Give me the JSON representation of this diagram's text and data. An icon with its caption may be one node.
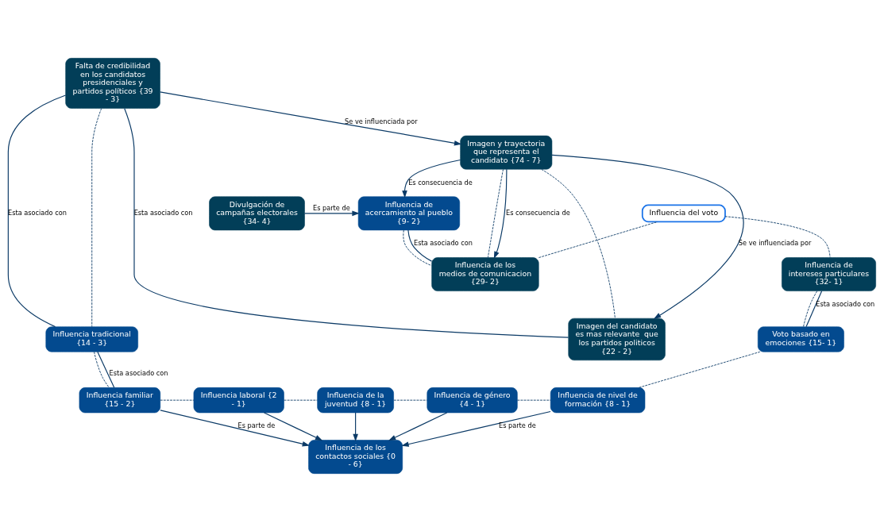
{
  "diagram": {
    "nodes": [
      {
        "text": [
          "Divulgación de campañas electorales {34- 4}"
        ]
      },
      {
        "text": [
          "Influencia de acercamiento al pueblo {9- 2}"
        ]
      },
      {
        "text": [
          "Influencia del voto"
        ]
      },
      {
        "text": [
          "Falta de credibilidad en los candidatos presidenciales y partidos políticos {39 - 3}"
        ]
      },
      {
        "text": [
          "Imagen y trayectoria que representa el candidato {74 - 7}"
        ]
      },
      {
        "text": [
          "Influencia de los medios de comunicacion {29- 2}"
        ]
      },
      {
        "text": [
          "Influencia de intereses particulares {32- 1}"
        ]
      },
      {
        "text": [
          "Influencia tradicional {14 - 3}"
        ]
      },
      {
        "text": [
          "Imagen del candidato es mas relevante  que los partidos politicos {22 - 2}"
        ]
      },
      {
        "text": [
          "Voto basado en emociones {15- 1}"
        ]
      },
      {
        "text": [
          "Influencia familiar {15 - 2}"
        ]
      },
      {
        "text": [
          "Influencia laboral {2 - 1}"
        ]
      },
      {
        "text": [
          "Influencia de la juventud {8 - 1}"
        ]
      },
      {
        "text": [
          "Influencia de género {4 - 1}"
        ]
      },
      {
        "text": [
          "Influencia de nivel de formación {8 - 1}"
        ]
      },
      {
        "text": [
          "Influencia de los contactos sociales {0 - 6}"
        ]
      }
    ],
    "edges": [
      {
        "from": 0,
        "to": 1,
        "arrow": "to",
        "label": "Es parte de"
      },
      {
        "from": 4,
        "to": 1,
        "arrow": "to",
        "label": "Es consecuencia de"
      },
      {
        "from": 1,
        "to": 5,
        "arrow": "none",
        "label": "Esta asociado con"
      },
      {
        "from": 1,
        "to": 5,
        "arrow": "none",
        "style": "dashed"
      },
      {
        "from": 5,
        "to": 2,
        "arrow": "none",
        "style": "dashed"
      },
      {
        "from": 2,
        "to": 6,
        "arrow": "none",
        "style": "dashed"
      },
      {
        "from": 3,
        "to": 4,
        "arrow": "to",
        "label": "Se ve influenciada por"
      },
      {
        "from": 4,
        "to": 5,
        "arrow": "to",
        "label": "Es consecuencia de"
      },
      {
        "from": 4,
        "to": 5,
        "arrow": "none",
        "style": "dashed"
      },
      {
        "from": 4,
        "to": 8,
        "arrow": "to",
        "label": "Se ve influenciada por"
      },
      {
        "from": 4,
        "to": 8,
        "arrow": "none",
        "style": "dashed"
      },
      {
        "from": 3,
        "to": 8,
        "arrow": "none",
        "label": "Esta asociado con"
      },
      {
        "from": 3,
        "to": 7,
        "arrow": "none",
        "label": "Esta asociado con"
      },
      {
        "from": 3,
        "to": 7,
        "arrow": "none",
        "style": "dashed"
      },
      {
        "from": 6,
        "to": 9,
        "arrow": "none",
        "label": "Esta asociado con"
      },
      {
        "from": 6,
        "to": 9,
        "arrow": "none",
        "style": "dashed"
      },
      {
        "from": 7,
        "to": 10,
        "arrow": "none",
        "label": "Esta asociado con"
      },
      {
        "from": 7,
        "to": 10,
        "arrow": "none",
        "style": "dashed"
      },
      {
        "from": 9,
        "to": 14,
        "arrow": "none",
        "style": "dashed"
      },
      {
        "from": 10,
        "to": 11,
        "arrow": "none",
        "style": "dashed"
      },
      {
        "from": 11,
        "to": 12,
        "arrow": "none",
        "style": "dashed"
      },
      {
        "from": 12,
        "to": 13,
        "arrow": "none",
        "style": "dashed"
      },
      {
        "from": 13,
        "to": 14,
        "arrow": "none",
        "style": "dashed"
      },
      {
        "from": 10,
        "to": 15,
        "arrow": "to",
        "label": "Es parte de"
      },
      {
        "from": 11,
        "to": 15,
        "arrow": "to"
      },
      {
        "from": 12,
        "to": 15,
        "arrow": "to"
      },
      {
        "from": 13,
        "to": 15,
        "arrow": "to"
      },
      {
        "from": 14,
        "to": 15,
        "arrow": "to",
        "label": "Es parte de"
      }
    ]
  }
}
